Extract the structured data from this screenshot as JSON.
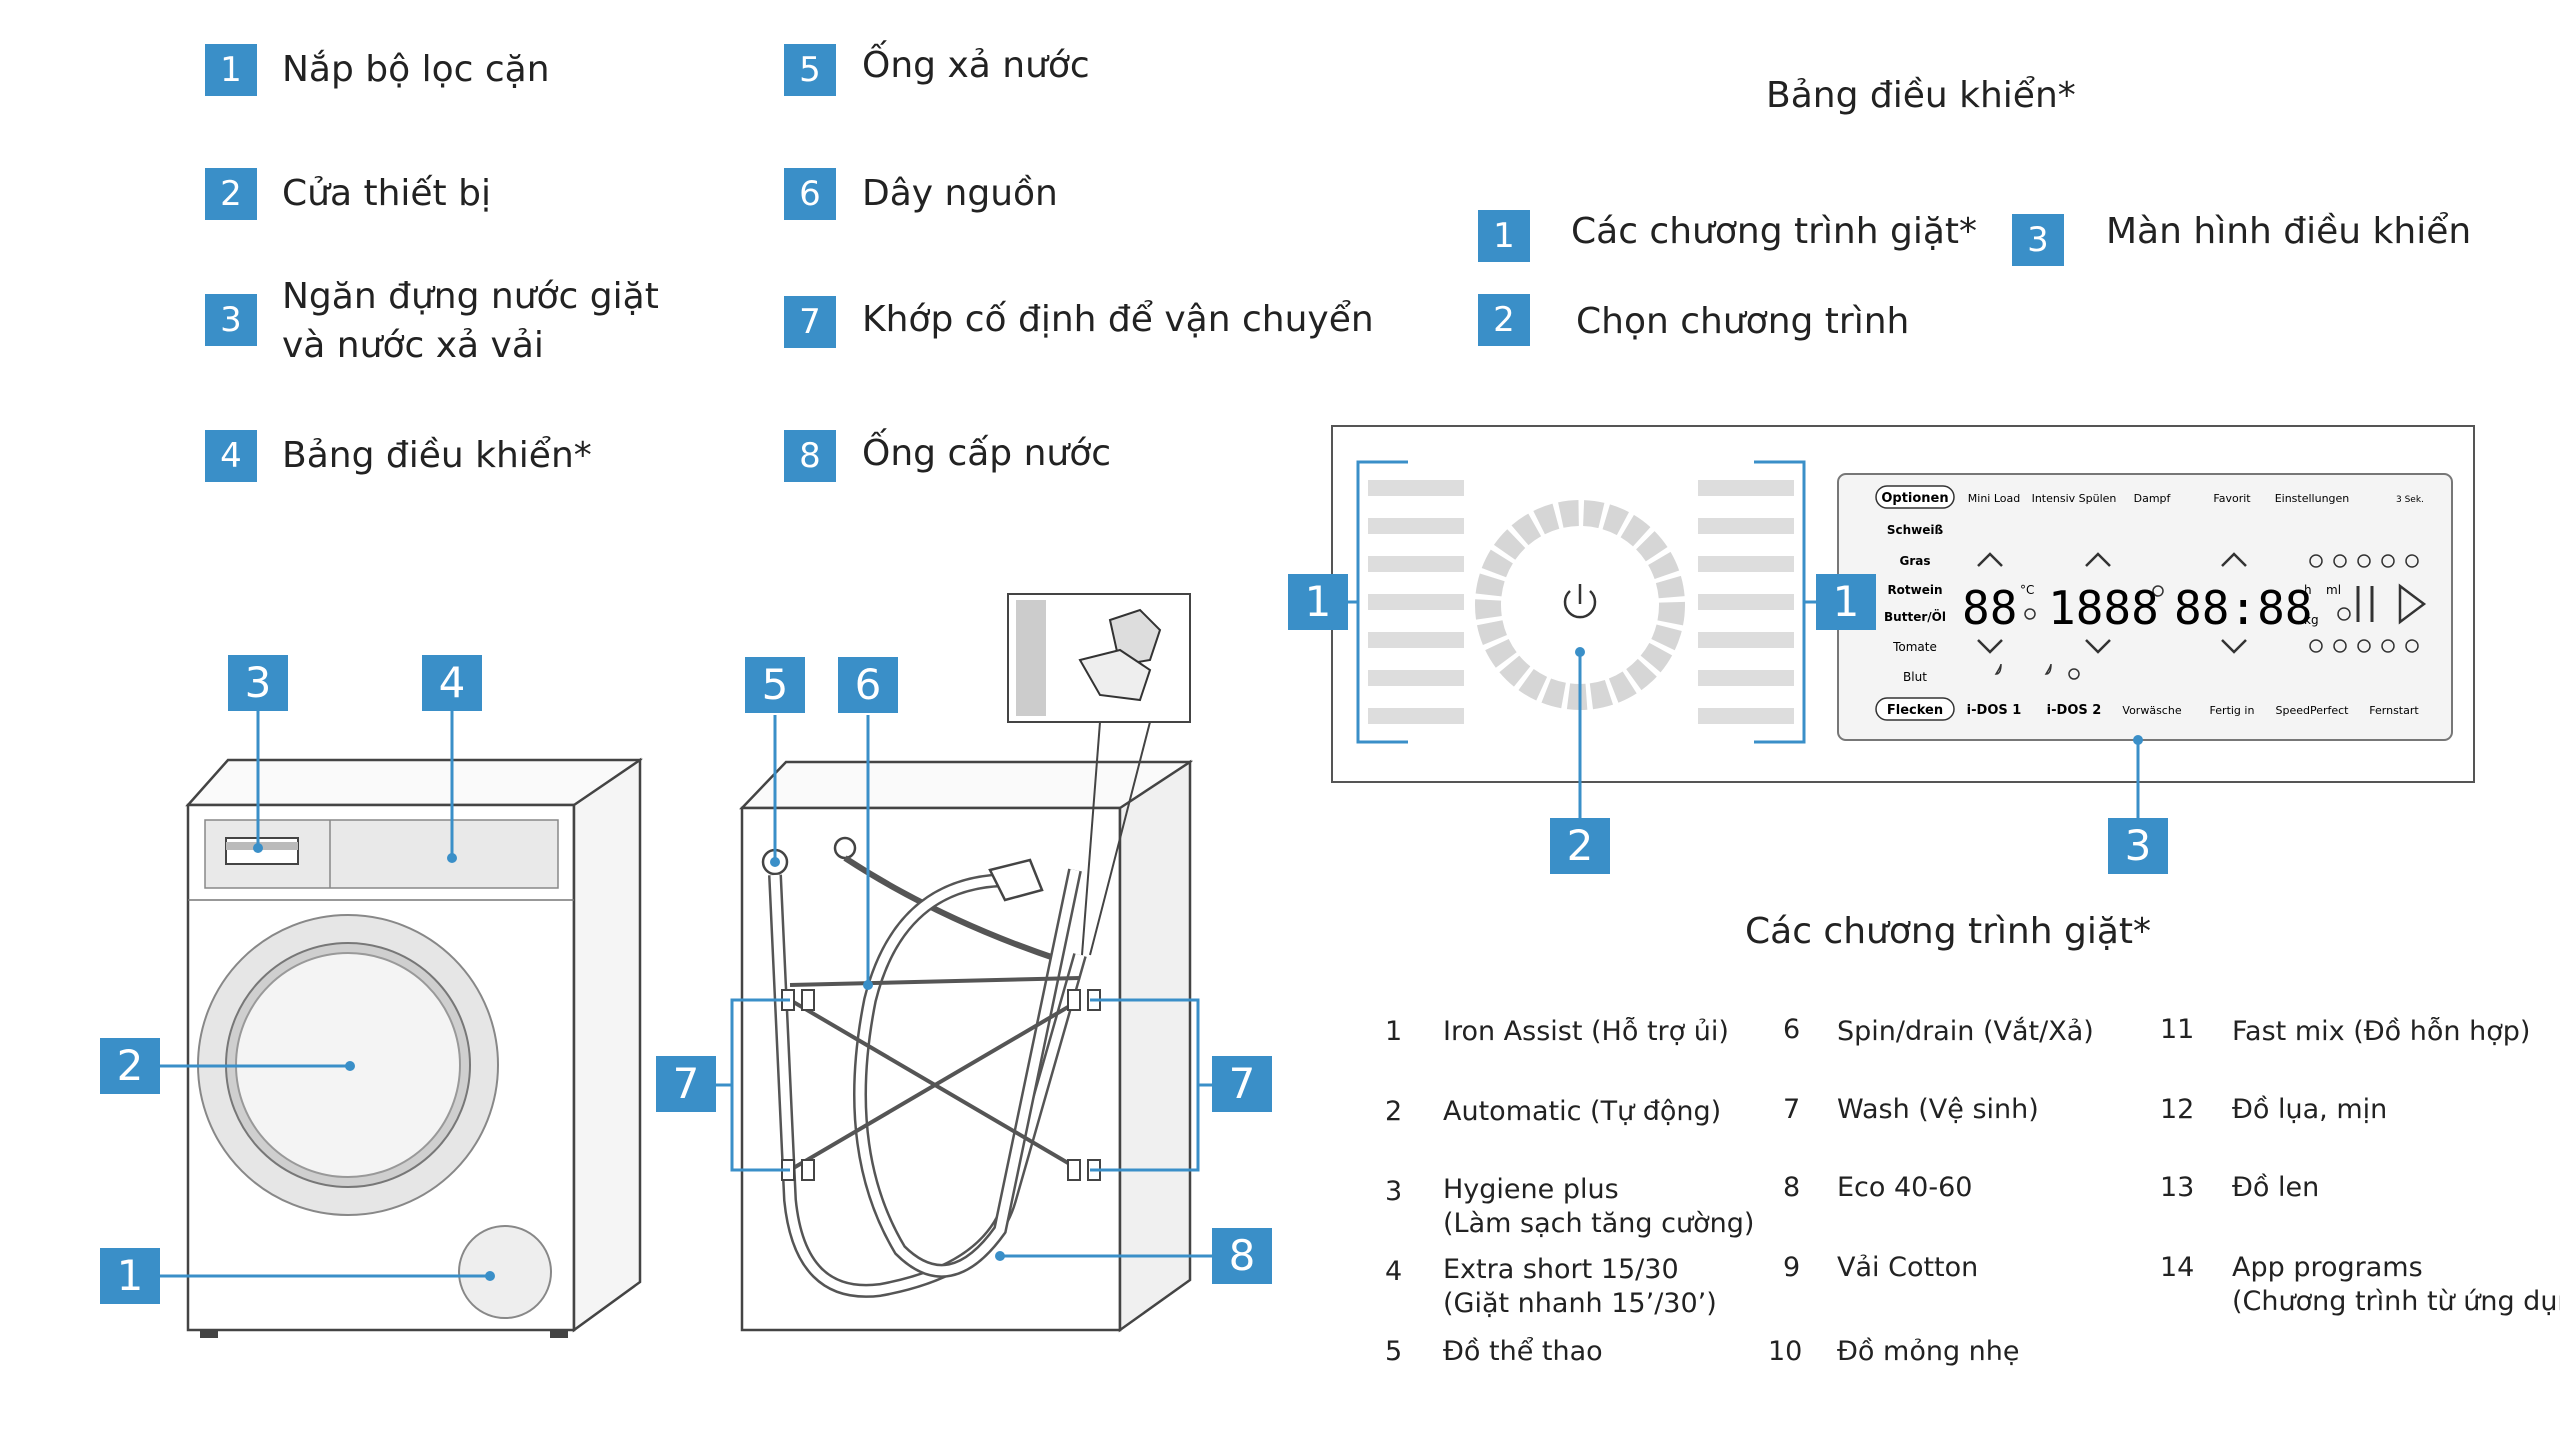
{
  "legend_items": [
    {
      "num": "1",
      "label": "Nắp bộ lọc cặn"
    },
    {
      "num": "2",
      "label": "Cửa thiết bị"
    },
    {
      "num": "3",
      "label_line1": "Ngăn đựng nước giặt",
      "label_line2": "và nước xả vải"
    },
    {
      "num": "4",
      "label": "Bảng điều khiển*"
    },
    {
      "num": "5",
      "label": "Ống xả nước"
    },
    {
      "num": "6",
      "label": "Dây nguồn"
    },
    {
      "num": "7",
      "label": "Khớp cố định để vận chuyển"
    },
    {
      "num": "8",
      "label": "Ống cấp nước"
    }
  ],
  "control_panel": {
    "title": "Bảng điều khiển*",
    "items": [
      {
        "num": "1",
        "label": "Các chương trình giặt*"
      },
      {
        "num": "2",
        "label": "Chọn chương trình"
      },
      {
        "num": "3",
        "label": "Màn hình điều khiển"
      }
    ]
  },
  "diagram_callouts": {
    "front": [
      "3",
      "4",
      "2",
      "1"
    ],
    "back": [
      "5",
      "6",
      "7",
      "7",
      "8"
    ],
    "panel": [
      "1",
      "1",
      "2",
      "3"
    ]
  },
  "display": {
    "top_row": [
      "Optionen",
      "Mini Load",
      "Intensiv Spülen",
      "Dampf",
      "Favorit",
      "Einstellungen",
      "3 Sek."
    ],
    "left_col": [
      "Schweiß",
      "Gras",
      "Rotwein",
      "Butter/Öl",
      "Tomate",
      "Blut",
      "Flecken"
    ],
    "bottom_row": [
      "i-DOS 1",
      "i-DOS 2",
      "Vorwäsche",
      "Fertig in",
      "SpeedPerfect",
      "Fernstart"
    ],
    "temp_digits": "88",
    "temp_unit": "°C",
    "spin_digits": "1888",
    "time_digits": "88:88",
    "units_h": "h",
    "units_ml": "ml",
    "units_kg": "kg"
  },
  "programs": {
    "title": "Các chương trình giặt*",
    "columns": [
      [
        {
          "num": "1",
          "line1": "Iron Assist (Hỗ trợ ủi)"
        },
        {
          "num": "2",
          "line1": "Automatic (Tự động)"
        },
        {
          "num": "3",
          "line1": "Hygiene plus",
          "line2": "(Làm sạch tăng cường)"
        },
        {
          "num": "4",
          "line1": "Extra short 15/30",
          "line2": "(Giặt nhanh 15’/30’)"
        },
        {
          "num": "5",
          "line1": "Đồ thể thao"
        }
      ],
      [
        {
          "num": "6",
          "line1": "Spin/drain (Vắt/Xả)"
        },
        {
          "num": "7",
          "line1": "Wash (Vệ sinh)"
        },
        {
          "num": "8",
          "line1": "Eco 40-60"
        },
        {
          "num": "9",
          "line1": "Vải Cotton"
        },
        {
          "num": "10",
          "line1": "Đồ mỏng nhẹ"
        }
      ],
      [
        {
          "num": "11",
          "line1": "Fast mix  (Đồ hỗn hợp)"
        },
        {
          "num": "12",
          "line1": "Đồ lụa, mịn"
        },
        {
          "num": "13",
          "line1": "Đồ len"
        },
        {
          "num": "14",
          "line1": "App programs",
          "line2": "(Chương trình từ ứng dụng)"
        }
      ]
    ]
  },
  "colors": {
    "accent": "#3a8fc8",
    "line": "#555555",
    "panel_bg": "#f4f4f4"
  }
}
